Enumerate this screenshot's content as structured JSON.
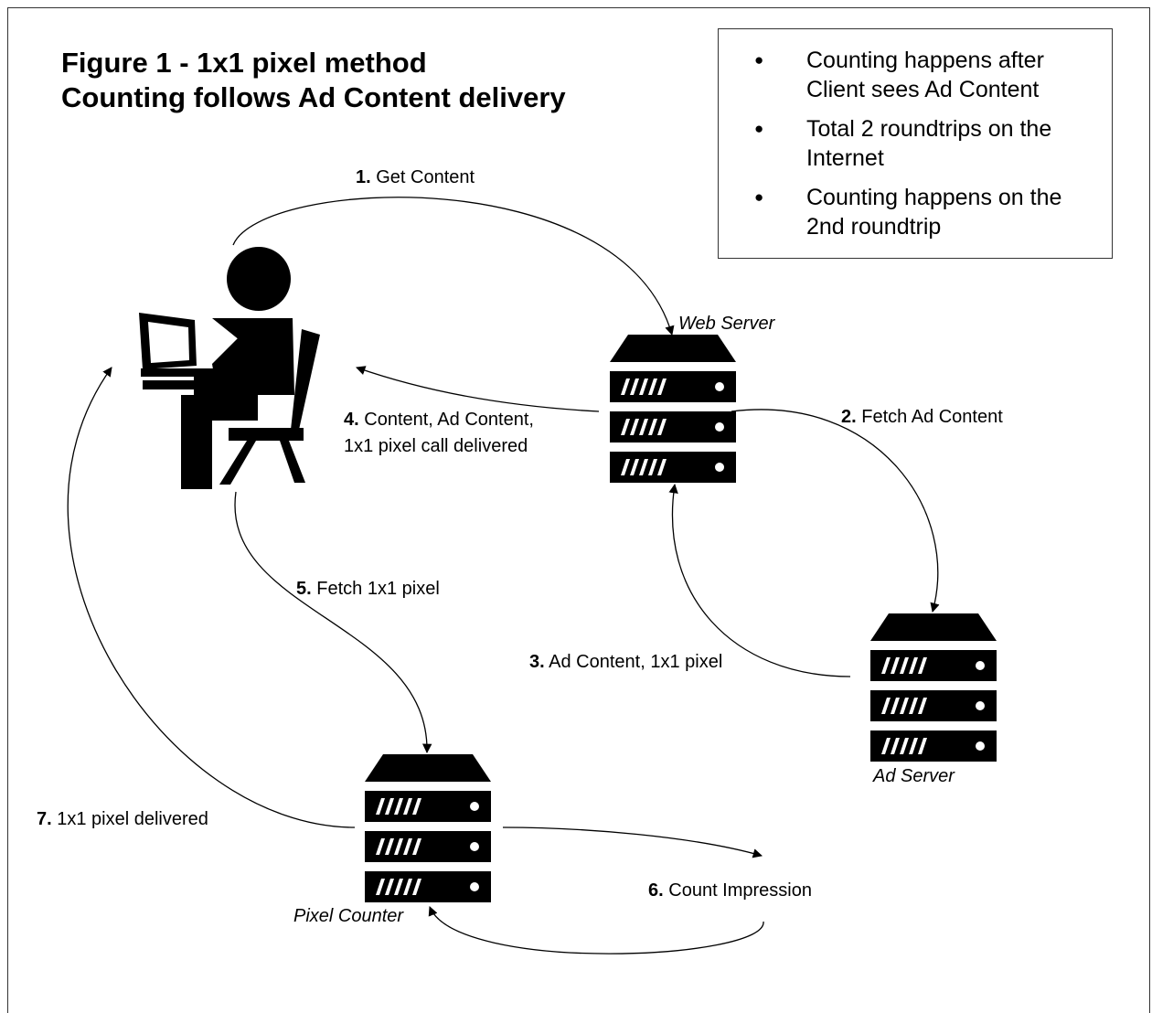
{
  "title": {
    "line1": "Figure 1 - 1x1 pixel method",
    "line2": "Counting follows Ad Content delivery"
  },
  "notes": [
    "Counting happens after Client sees Ad Content",
    "Total 2 roundtrips on the Internet",
    "Counting happens on the 2nd roundtrip"
  ],
  "nodes": {
    "web_server": "Web Server",
    "ad_server": "Ad Server",
    "pixel_counter": "Pixel Counter"
  },
  "steps": [
    {
      "num": "1.",
      "text": "Get Content"
    },
    {
      "num": "2.",
      "text": "Fetch Ad Content"
    },
    {
      "num": "3.",
      "text": "Ad Content, 1x1 pixel"
    },
    {
      "num": "4.",
      "text": "Content, Ad Content,",
      "text2": "1x1 pixel call delivered"
    },
    {
      "num": "5.",
      "text": "Fetch 1x1 pixel"
    },
    {
      "num": "6.",
      "text": "Count Impression"
    },
    {
      "num": "7.",
      "text": "1x1 pixel delivered"
    }
  ],
  "icons": {
    "client": "person-at-computer-icon",
    "server": "server-rack-icon"
  }
}
